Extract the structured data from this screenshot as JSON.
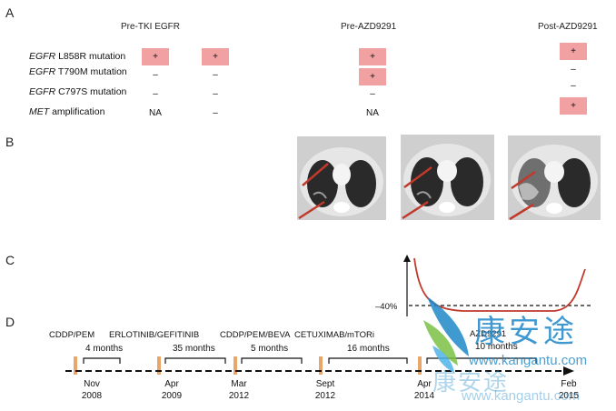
{
  "panels": {
    "a": "A",
    "b": "B",
    "c": "C",
    "d": "D"
  },
  "columns": {
    "pre_tki": "Pre-TKI EGFR",
    "pre_azd": "Pre-AZD9291",
    "post_azd": "Post-AZD9291"
  },
  "rows": [
    {
      "gene": "EGFR",
      "rest": " L858R mutation"
    },
    {
      "gene": "EGFR",
      "rest": " T790M mutation"
    },
    {
      "gene": "EGFR",
      "rest": " C797S mutation"
    },
    {
      "gene": "MET",
      "rest": " amplification"
    }
  ],
  "cells": {
    "plus": "+",
    "dash": "–",
    "na": "NA"
  },
  "response": {
    "threshold_label": "–40%"
  },
  "treatments": [
    "CDDP/PEM",
    "ERLOTINIB/GEFITINIB",
    "CDDP/PEM/BEVA",
    "CETUXIMAB/mTORi",
    "AZD9291"
  ],
  "durations": [
    "4 months",
    "35 months",
    "5 months",
    "16 months",
    "10 months"
  ],
  "dates": [
    {
      "month": "Nov",
      "year": "2008"
    },
    {
      "month": "Apr",
      "year": "2009"
    },
    {
      "month": "Mar",
      "year": "2012"
    },
    {
      "month": "Sept",
      "year": "2012"
    },
    {
      "month": "Apr",
      "year": "2014"
    },
    {
      "month": "Feb",
      "year": "2015"
    }
  ],
  "watermark": {
    "chars": "康安途",
    "url": "www.kangantu.com"
  },
  "colors": {
    "positive_box": "#f2a1a3",
    "treatment_marker": "#e9a66a",
    "curve": "#c0392b",
    "arrow": "#c0392b",
    "watermark": "#1e88c8"
  }
}
